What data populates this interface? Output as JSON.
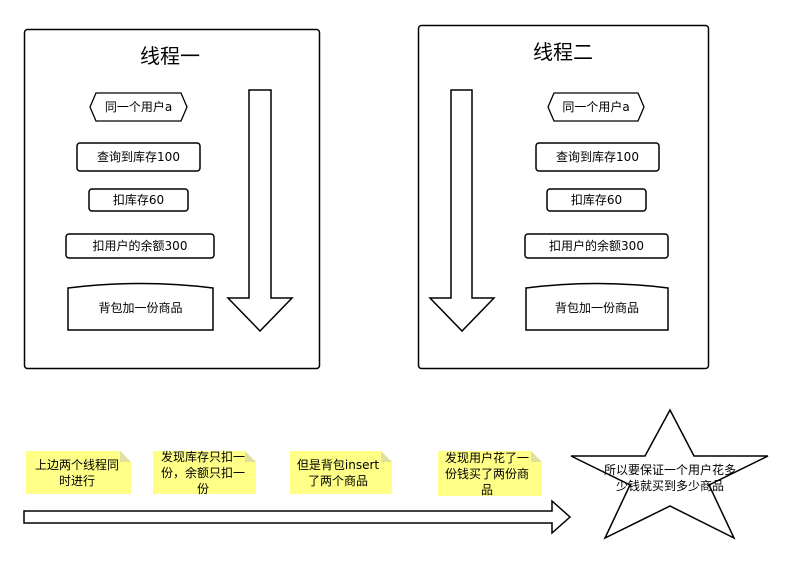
{
  "threads": [
    {
      "title": "线程一",
      "steps": {
        "user": "同一个用户a",
        "query": "查询到库存100",
        "deduct_stock": "扣库存60",
        "deduct_balance": "扣用户的余额300",
        "add_item": "背包加一份商品"
      }
    },
    {
      "title": "线程二",
      "steps": {
        "user": "同一个用户a",
        "query": "查询到库存100",
        "deduct_stock": "扣库存60",
        "deduct_balance": "扣用户的余额300",
        "add_item": "背包加一份商品"
      }
    }
  ],
  "notes": [
    "上边两个线程同时进行",
    "发现库存只扣一份，余额只扣一份",
    "但是背包insert了两个商品",
    "发现用户花了一份钱买了两份商品"
  ],
  "conclusion": "所以要保证一个用户花多少钱就买到多少商品",
  "colors": {
    "note_fill": "#ffff88",
    "note_fold": "#e0e0a0",
    "stroke": "#000000"
  }
}
